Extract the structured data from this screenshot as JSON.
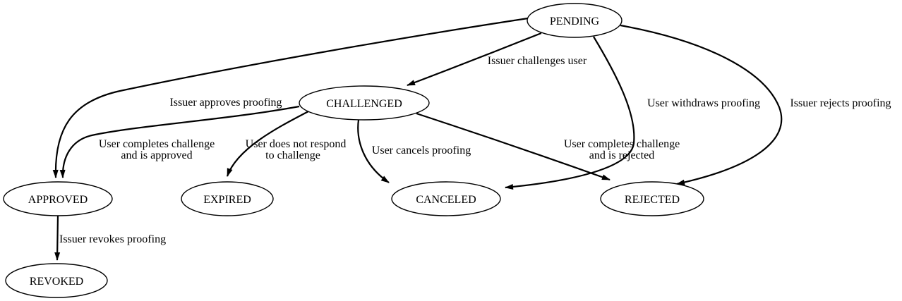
{
  "diagram": {
    "type": "state-machine",
    "colors": {
      "background": "#ffffff",
      "stroke": "#000000",
      "text": "#000000"
    },
    "nodes": {
      "pending": {
        "label": "PENDING"
      },
      "challenged": {
        "label": "CHALLENGED"
      },
      "approved": {
        "label": "APPROVED"
      },
      "expired": {
        "label": "EXPIRED"
      },
      "canceled": {
        "label": "CANCELED"
      },
      "rejected": {
        "label": "REJECTED"
      },
      "revoked": {
        "label": "REVOKED"
      }
    },
    "edges": {
      "pending_challenged": {
        "from": "PENDING",
        "to": "CHALLENGED",
        "label": "Issuer challenges user"
      },
      "pending_approved": {
        "from": "PENDING",
        "to": "APPROVED",
        "label": "Issuer approves proofing"
      },
      "pending_canceled": {
        "from": "PENDING",
        "to": "CANCELED",
        "label": "User withdraws proofing"
      },
      "pending_rejected": {
        "from": "PENDING",
        "to": "REJECTED",
        "label": "Issuer rejects proofing"
      },
      "challenged_approved": {
        "from": "CHALLENGED",
        "to": "APPROVED",
        "label": "User completes challenge and is approved",
        "label_line1": "User completes challenge",
        "label_line2": "and is approved"
      },
      "challenged_expired": {
        "from": "CHALLENGED",
        "to": "EXPIRED",
        "label": "User does not respond to challenge",
        "label_line1": "User does not respond",
        "label_line2": "to challenge"
      },
      "challenged_canceled": {
        "from": "CHALLENGED",
        "to": "CANCELED",
        "label": "User cancels proofing"
      },
      "challenged_rejected": {
        "from": "CHALLENGED",
        "to": "REJECTED",
        "label": "User completes challenge and is rejected",
        "label_line1": "User completes challenge",
        "label_line2": "and is rejected"
      },
      "approved_revoked": {
        "from": "APPROVED",
        "to": "REVOKED",
        "label": "Issuer revokes proofing"
      }
    }
  }
}
